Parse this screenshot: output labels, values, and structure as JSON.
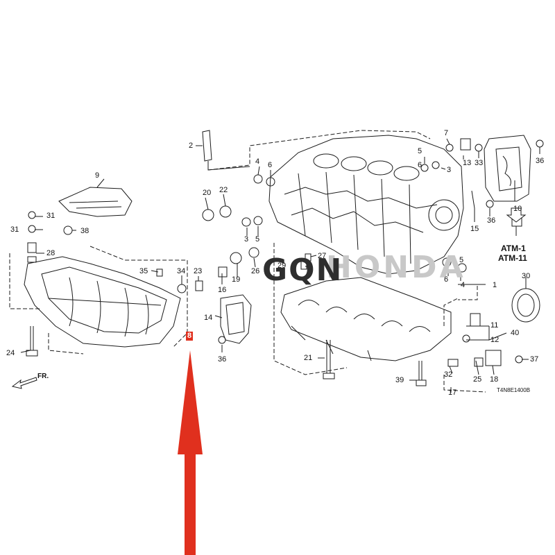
{
  "diagram": {
    "callouts": [
      "1",
      "2",
      "3",
      "3",
      "4",
      "4",
      "5",
      "5",
      "5",
      "6",
      "6",
      "6",
      "7",
      "8",
      "9",
      "10",
      "11",
      "12",
      "13",
      "14",
      "15",
      "16",
      "17",
      "18",
      "19",
      "20",
      "21",
      "22",
      "23",
      "24",
      "25",
      "26",
      "27",
      "28",
      "29",
      "30",
      "31",
      "31",
      "32",
      "33",
      "34",
      "35",
      "36",
      "36",
      "36",
      "37",
      "38",
      "39",
      "40"
    ],
    "highlighted_callout": "8",
    "atm_refs": [
      "ATM-1",
      "ATM-11"
    ],
    "drawing_code": "T4N8E1400B",
    "front_label": "FR.",
    "watermark": "GQN",
    "watermark_faded": "HONDA"
  },
  "colors": {
    "line": "#1a1a1a",
    "highlight": "#e0301e",
    "arrow": "#e0301e",
    "watermark": "#2e2e2e"
  },
  "icons": [
    "front-direction-arrow-icon",
    "down-arrow-icon",
    "red-pointer-arrow-icon"
  ]
}
